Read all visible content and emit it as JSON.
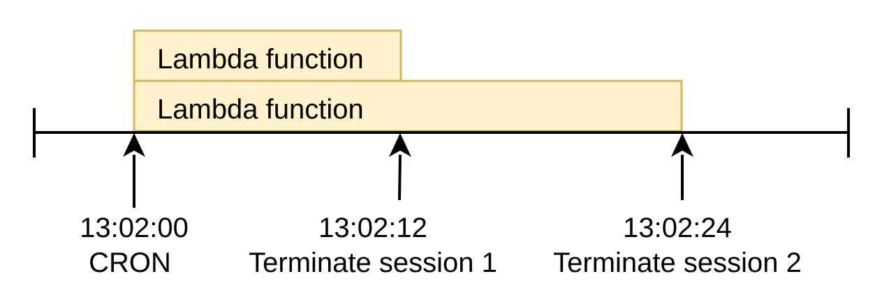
{
  "bars": [
    {
      "label": "Lambda function"
    },
    {
      "label": "Lambda function"
    }
  ],
  "events": [
    {
      "time": "13:02:00",
      "description": "CRON"
    },
    {
      "time": "13:02:12",
      "description": "Terminate session 1"
    },
    {
      "time": "13:02:24",
      "description": "Terminate session 2"
    }
  ],
  "colors": {
    "bar_fill": "#fff2cc",
    "bar_stroke": "#d6b656",
    "line": "#000000"
  }
}
